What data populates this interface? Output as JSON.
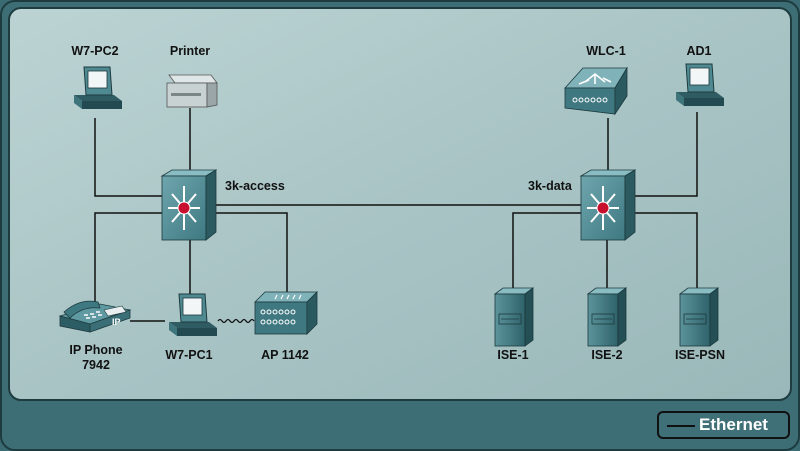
{
  "diagram": {
    "nodes": {
      "w7pc2": "W7-PC2",
      "printer": "Printer",
      "wlc1": "WLC-1",
      "ad1": "AD1",
      "access_switch": "3k-access",
      "data_switch": "3k-data",
      "ip_phone": "IP Phone\n7942",
      "w7pc1": "W7-PC1",
      "ap": "AP 1142",
      "ise1": "ISE-1",
      "ise2": "ISE-2",
      "ise_psn": "ISE-PSN"
    },
    "device_text": {
      "phone_badge": "IP"
    },
    "legend": {
      "ethernet": "Ethernet"
    }
  }
}
